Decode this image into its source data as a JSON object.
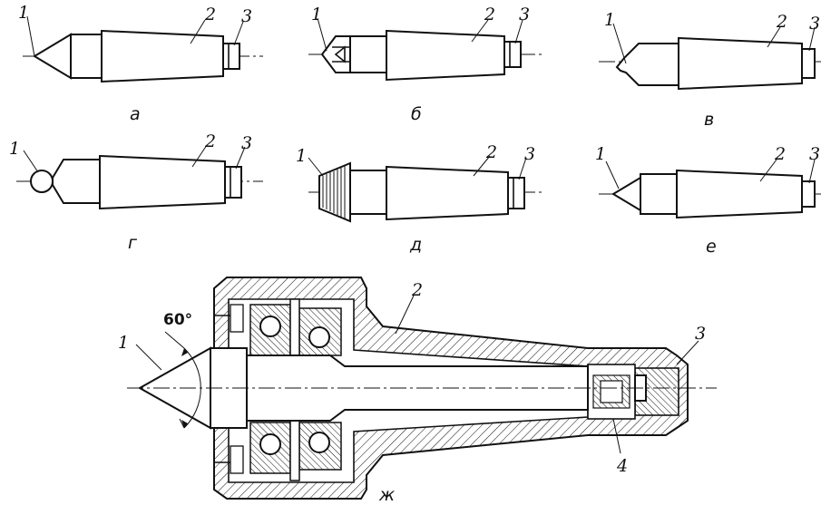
{
  "labels": {
    "tip": "1",
    "taper": "2",
    "shank_end": "3",
    "nut": "4"
  },
  "captions": {
    "a": "а",
    "b": "б",
    "v": "в",
    "g": "г",
    "d": "д",
    "e": "е",
    "zh": "ж"
  },
  "angle_label": "60°"
}
